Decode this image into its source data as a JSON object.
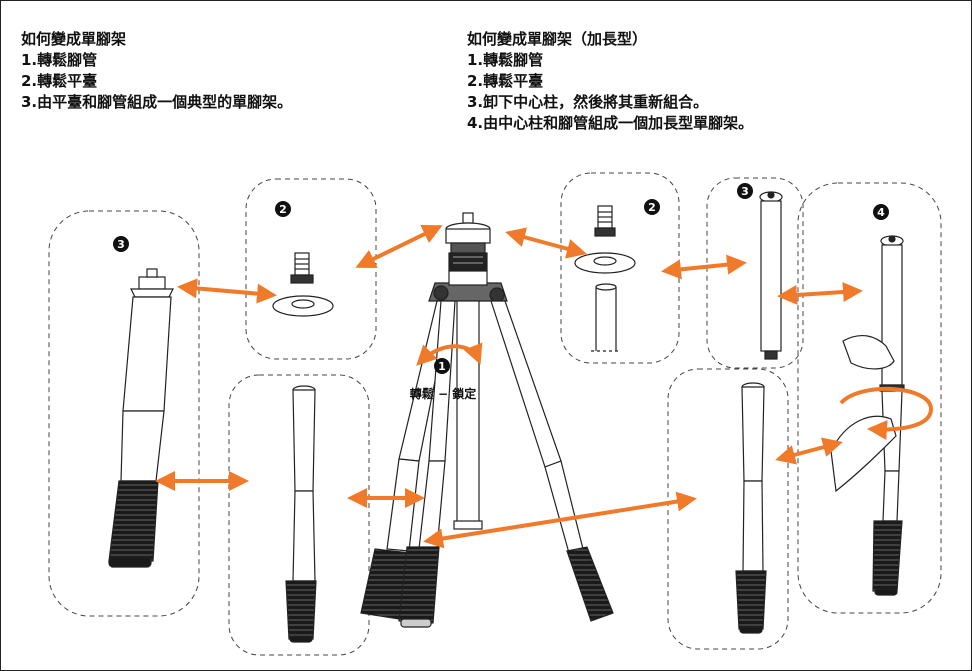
{
  "left_instructions": {
    "title": "如何變成單腳架",
    "steps": [
      "1.轉鬆腳管",
      "2.轉鬆平臺",
      "3.由平臺和腳管組成一個典型的單腳架。"
    ]
  },
  "right_instructions": {
    "title": "如何變成單腳架（加長型）",
    "steps": [
      "1.轉鬆腳管",
      "2.轉鬆平臺",
      "3.卸下中心柱，然後將其重新組合。",
      "4.由中心柱和腳管組成一個加長型單腳架。"
    ]
  },
  "center_label": "轉鬆 − 鎖定",
  "markers": {
    "one": "1",
    "two": "2",
    "three": "3",
    "four": "4"
  },
  "colors": {
    "arrow": "#f07a2a",
    "line": "#222222",
    "grip": "#1a1a1a",
    "dash": "#444444"
  }
}
